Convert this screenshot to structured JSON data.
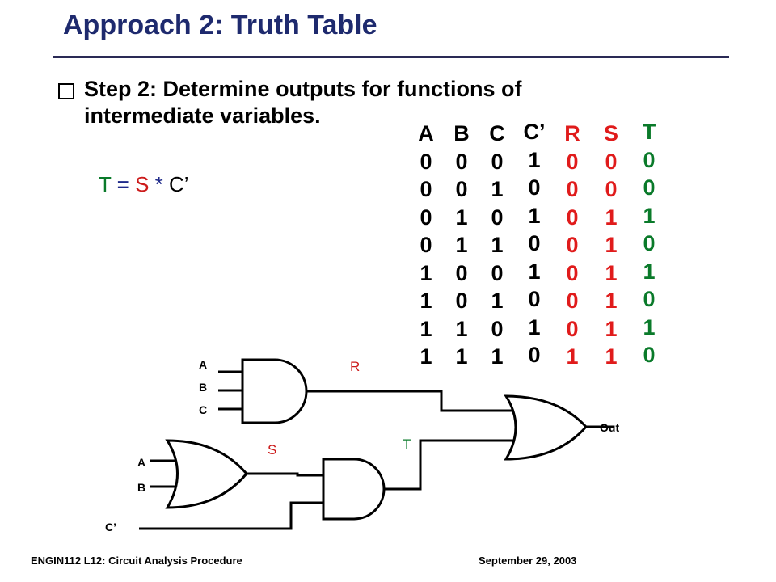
{
  "title": "Approach 2: Truth Table",
  "step": "Step 2: Determine outputs for functions of intermediate variables.",
  "equation": {
    "t": "T",
    "eq": "=",
    "s": "S",
    "star": "*",
    "c": "C’"
  },
  "table": {
    "columns": [
      {
        "header": "A",
        "values": [
          "0",
          "0",
          "0",
          "0",
          "1",
          "1",
          "1",
          "1"
        ],
        "color": "#000000"
      },
      {
        "header": "B",
        "values": [
          "0",
          "0",
          "1",
          "1",
          "0",
          "0",
          "1",
          "1"
        ],
        "color": "#000000"
      },
      {
        "header": "C",
        "values": [
          "0",
          "1",
          "0",
          "1",
          "0",
          "1",
          "0",
          "1"
        ],
        "color": "#000000"
      },
      {
        "header": "C’",
        "values": [
          "1",
          "0",
          "1",
          "0",
          "1",
          "0",
          "1",
          "0"
        ],
        "color": "#000000"
      },
      {
        "header": "R",
        "values": [
          "0",
          "0",
          "0",
          "0",
          "0",
          "0",
          "0",
          "1"
        ],
        "color": "#e01b1b"
      },
      {
        "header": "S",
        "values": [
          "0",
          "0",
          "1",
          "1",
          "1",
          "1",
          "1",
          "1"
        ],
        "color": "#e01b1b"
      },
      {
        "header": "T",
        "values": [
          "0",
          "0",
          "1",
          "0",
          "1",
          "0",
          "1",
          "0"
        ],
        "color": "#0a7a2a"
      }
    ]
  },
  "circuit": {
    "and1_inputs": [
      "A",
      "B",
      "C"
    ],
    "or1_inputs": [
      "A",
      "B"
    ],
    "cprime": "C’",
    "r_label": "R",
    "s_label": "S",
    "t_label": "T",
    "out_label": "Out",
    "label_colors": {
      "r": "#cc1b1b",
      "s": "#cc1b1b",
      "t": "#0a7a2a"
    }
  },
  "footer": {
    "left": "ENGIN112  L12: Circuit Analysis Procedure",
    "right": "September 29, 2003"
  }
}
